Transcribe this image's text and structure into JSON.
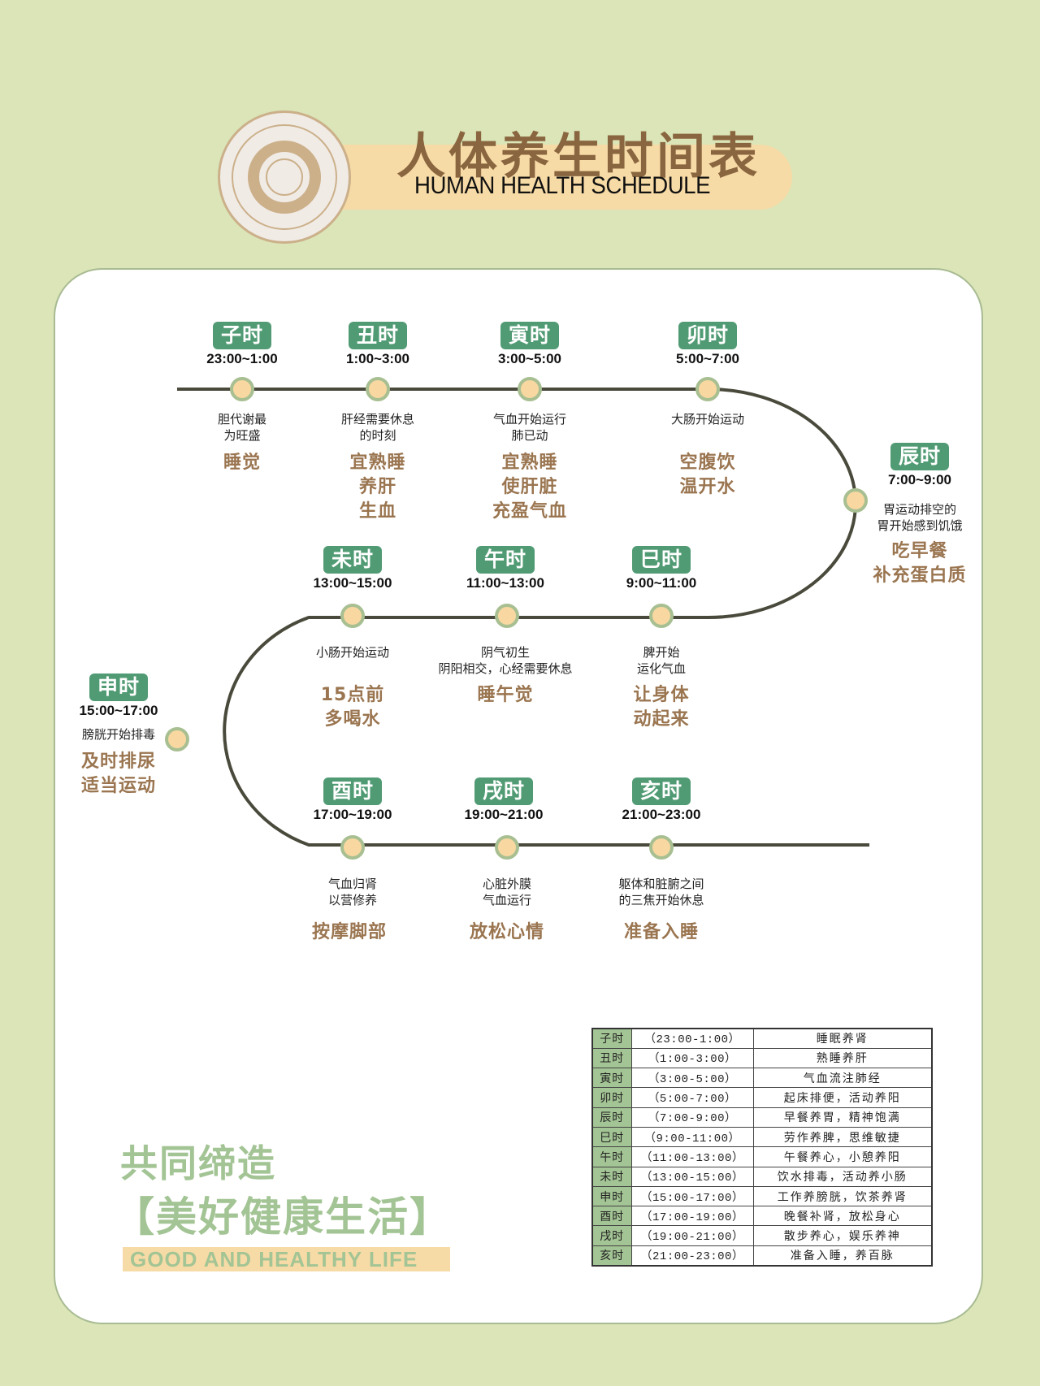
{
  "header": {
    "title_cn": "人体养生时间表",
    "title_en": "HUMAN HEALTH SCHEDULE"
  },
  "colors": {
    "background": "#dbe5b8",
    "card": "#ffffff",
    "badge_green": "#519b74",
    "advice_brown": "#9a7550",
    "title_brown": "#8a6640",
    "band_peach": "#f7dba6",
    "dot_fill": "#f8d8a0",
    "dot_ring": "#a8bf92",
    "path_line": "#4a4a3c",
    "slogan_green": "#a3c494"
  },
  "timeline": [
    {
      "name": "子时",
      "time": "23:00~1:00",
      "desc": [
        "胆代谢最",
        "为旺盛"
      ],
      "advice": [
        "睡觉"
      ]
    },
    {
      "name": "丑时",
      "time": "1:00~3:00",
      "desc": [
        "肝经需要休息",
        "的时刻"
      ],
      "advice": [
        "宜熟睡",
        "养肝",
        "生血"
      ]
    },
    {
      "name": "寅时",
      "time": "3:00~5:00",
      "desc": [
        "气血开始运行",
        "肺已动"
      ],
      "advice": [
        "宜熟睡",
        "使肝脏",
        "充盈气血"
      ]
    },
    {
      "name": "卯时",
      "time": "5:00~7:00",
      "desc": [
        "大肠开始运动"
      ],
      "advice": [
        "空腹饮",
        "温开水"
      ]
    },
    {
      "name": "辰时",
      "time": "7:00~9:00",
      "desc": [
        "胃运动排空的",
        "胃开始感到饥饿"
      ],
      "advice": [
        "吃早餐",
        "补充蛋白质"
      ]
    },
    {
      "name": "巳时",
      "time": "9:00~11:00",
      "desc": [
        "脾开始",
        "运化气血"
      ],
      "advice": [
        "让身体",
        "动起来"
      ]
    },
    {
      "name": "午时",
      "time": "11:00~13:00",
      "desc": [
        "阴气初生",
        "阴阳相交，心经需要休息"
      ],
      "advice": [
        "睡午觉"
      ]
    },
    {
      "name": "未时",
      "time": "13:00~15:00",
      "desc": [
        "小肠开始运动"
      ],
      "advice": [
        "15点前",
        "多喝水"
      ]
    },
    {
      "name": "申时",
      "time": "15:00~17:00",
      "desc": [
        "膀胱开始排毒"
      ],
      "advice": [
        "及时排尿",
        "适当运动"
      ]
    },
    {
      "name": "酉时",
      "time": "17:00~19:00",
      "desc": [
        "气血归肾",
        "以营修养"
      ],
      "advice": [
        "按摩脚部"
      ]
    },
    {
      "name": "戌时",
      "time": "19:00~21:00",
      "desc": [
        "心脏外膜",
        "气血运行"
      ],
      "advice": [
        "放松心情"
      ]
    },
    {
      "name": "亥时",
      "time": "21:00~23:00",
      "desc": [
        "躯体和脏腑之间",
        "的三焦开始休息"
      ],
      "advice": [
        "准备入睡"
      ]
    }
  ],
  "slogan": {
    "line1": "共同缔造",
    "line2": "【美好健康生活】",
    "en": "GOOD AND HEALTHY LIFE"
  },
  "summary_table": [
    {
      "name": "子时",
      "time": "（23:00-1:00）",
      "tip": "睡眠养肾"
    },
    {
      "name": "丑时",
      "time": "（1:00-3:00）",
      "tip": "熟睡养肝"
    },
    {
      "name": "寅时",
      "time": "（3:00-5:00）",
      "tip": "气血流注肺经"
    },
    {
      "name": "卯时",
      "time": "（5:00-7:00）",
      "tip": "起床排便，活动养阳"
    },
    {
      "name": "辰时",
      "time": "（7:00-9:00）",
      "tip": "早餐养胃，精神饱满"
    },
    {
      "name": "巳时",
      "time": "（9:00-11:00）",
      "tip": "劳作养脾，思维敏捷"
    },
    {
      "name": "午时",
      "time": "（11:00-13:00）",
      "tip": "午餐养心，小憩养阳"
    },
    {
      "name": "未时",
      "time": "（13:00-15:00）",
      "tip": "饮水排毒，活动养小肠"
    },
    {
      "name": "申时",
      "time": "（15:00-17:00）",
      "tip": "工作养膀胱，饮茶养肾"
    },
    {
      "name": "酉时",
      "time": "（17:00-19:00）",
      "tip": "晚餐补肾，放松身心"
    },
    {
      "name": "戌时",
      "time": "（19:00-21:00）",
      "tip": "散步养心，娱乐养神"
    },
    {
      "name": "亥时",
      "time": "（21:00-23:00）",
      "tip": "准备入睡，养百脉"
    }
  ]
}
